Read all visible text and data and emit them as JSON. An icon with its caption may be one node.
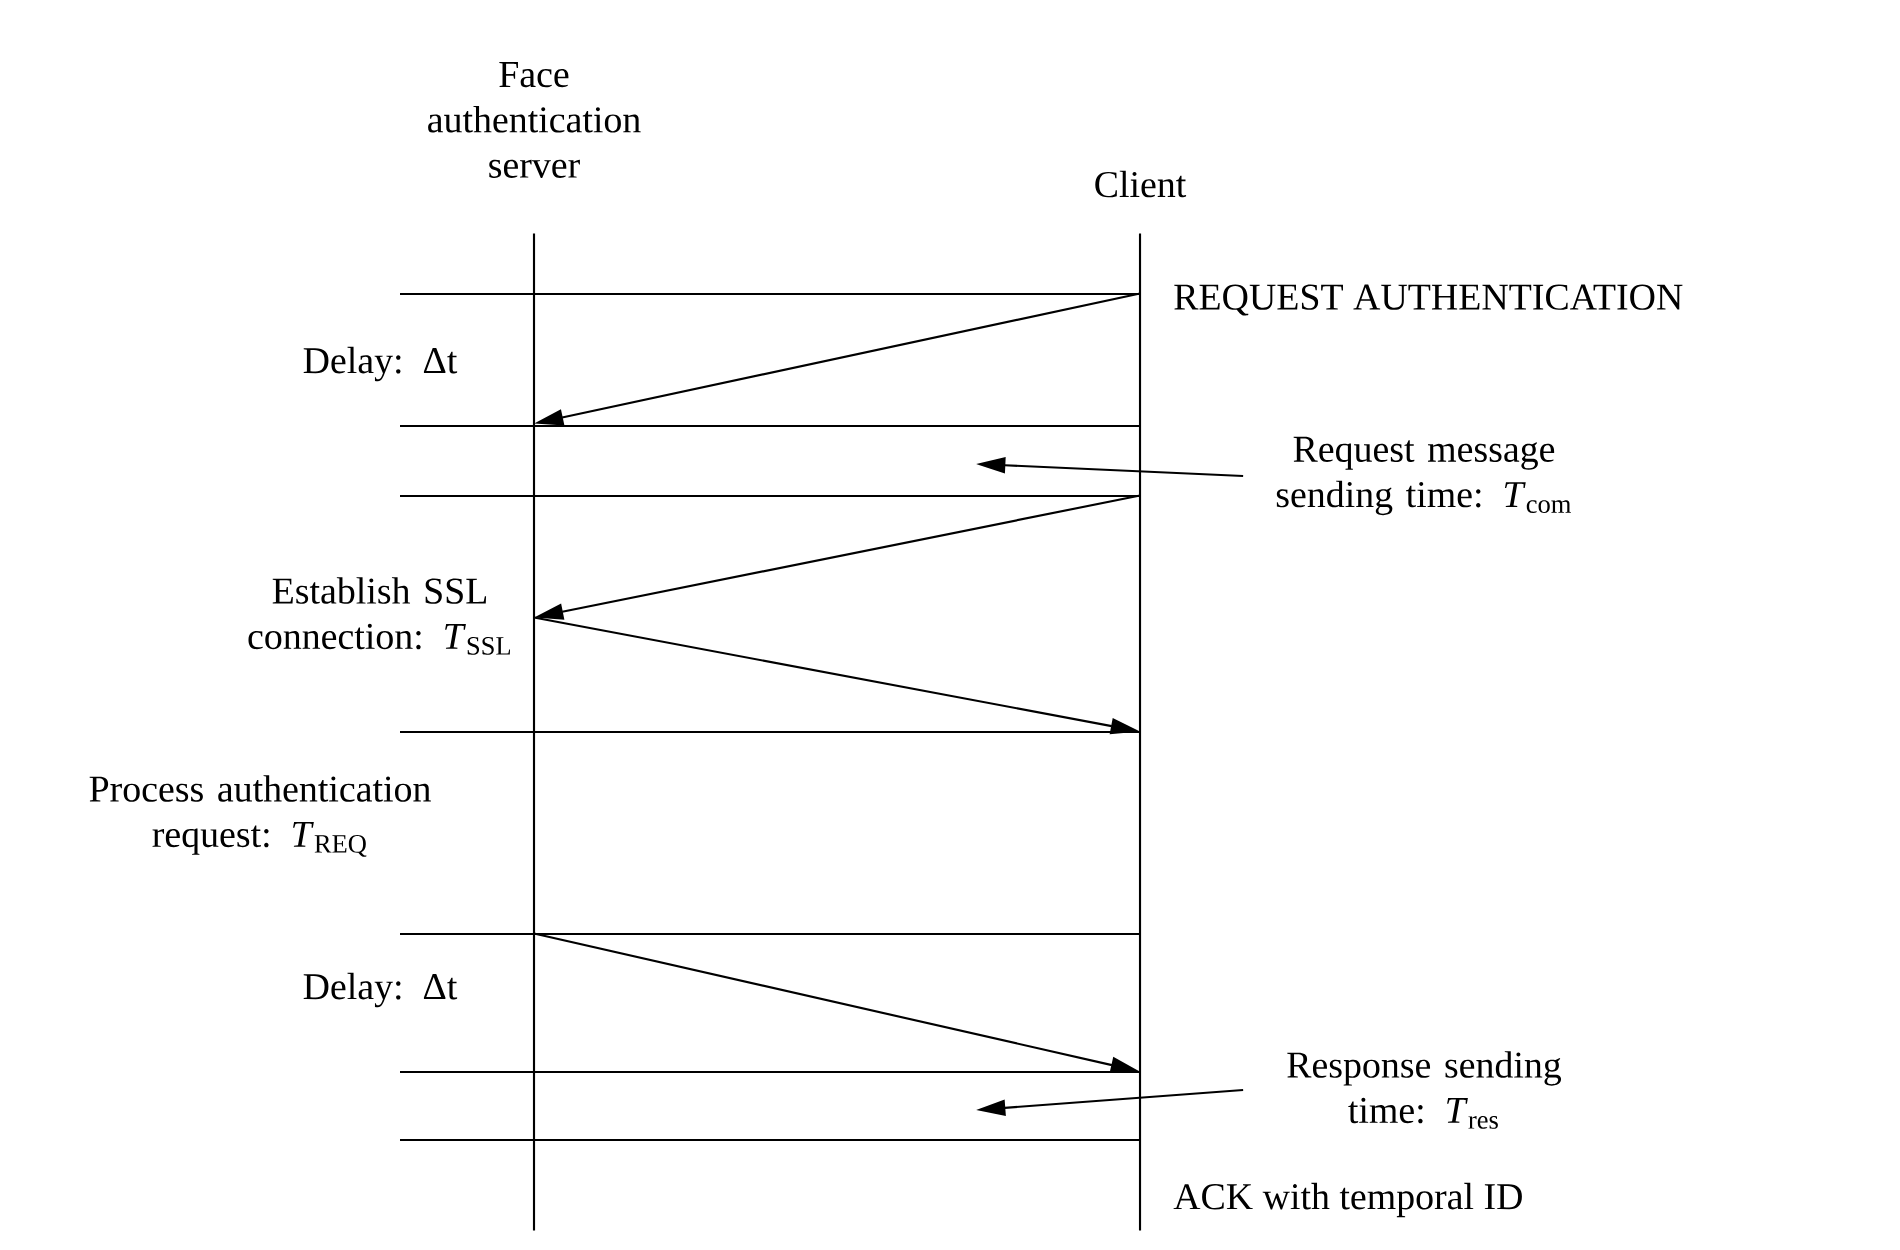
{
  "diagram": {
    "nodes": [
      {
        "text": [
          "Face authentication server"
        ]
      },
      {
        "text": [
          "Client"
        ]
      },
      {
        "text": [
          "Request message sending time: *T*$_{com}$"
        ]
      },
      {
        "text": [
          "Response sending time: *T*$_{res}$"
        ]
      }
    ],
    "edges": [
      {
        "from": 1,
        "to": 0,
        "arrow": "to"
      },
      {
        "from": 1,
        "to": 0,
        "arrow": "to"
      },
      {
        "from": 0,
        "to": 1,
        "arrow": "to"
      },
      {
        "from": 0,
        "to": 1,
        "arrow": "to"
      },
      {
        "from": 2,
        "to": null,
        "arrow": "to"
      },
      {
        "from": 3,
        "to": null,
        "arrow": "to"
      }
    ],
    "labels": [
      "REQUEST AUTHENTICATION",
      "Delay: Δt",
      "Establish SSL connection: *T*$_{SSL}$",
      "Process authentication request: *T*$_{REQ}$",
      "Delay: Δt",
      "ACK with temporal ID"
    ]
  }
}
